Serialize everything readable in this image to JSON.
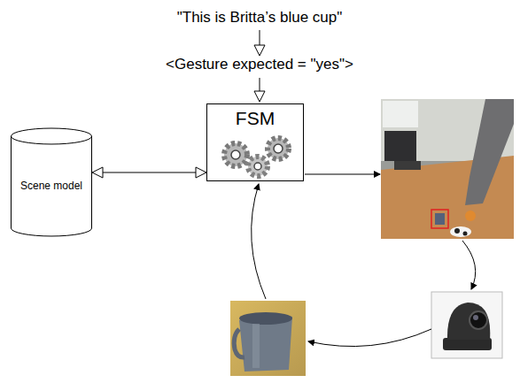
{
  "diagram": {
    "nodes": [
      {
        "text": [
          "Scene model"
        ]
      },
      {
        "text": [
          "FSM"
        ]
      }
    ],
    "edges": [
      {
        "from": 0,
        "to": 1,
        "arrow": "both"
      }
    ],
    "labels": [
      "\"This is Britta’s blue cup\"",
      "<Gesture expected = \"yes\">"
    ]
  }
}
